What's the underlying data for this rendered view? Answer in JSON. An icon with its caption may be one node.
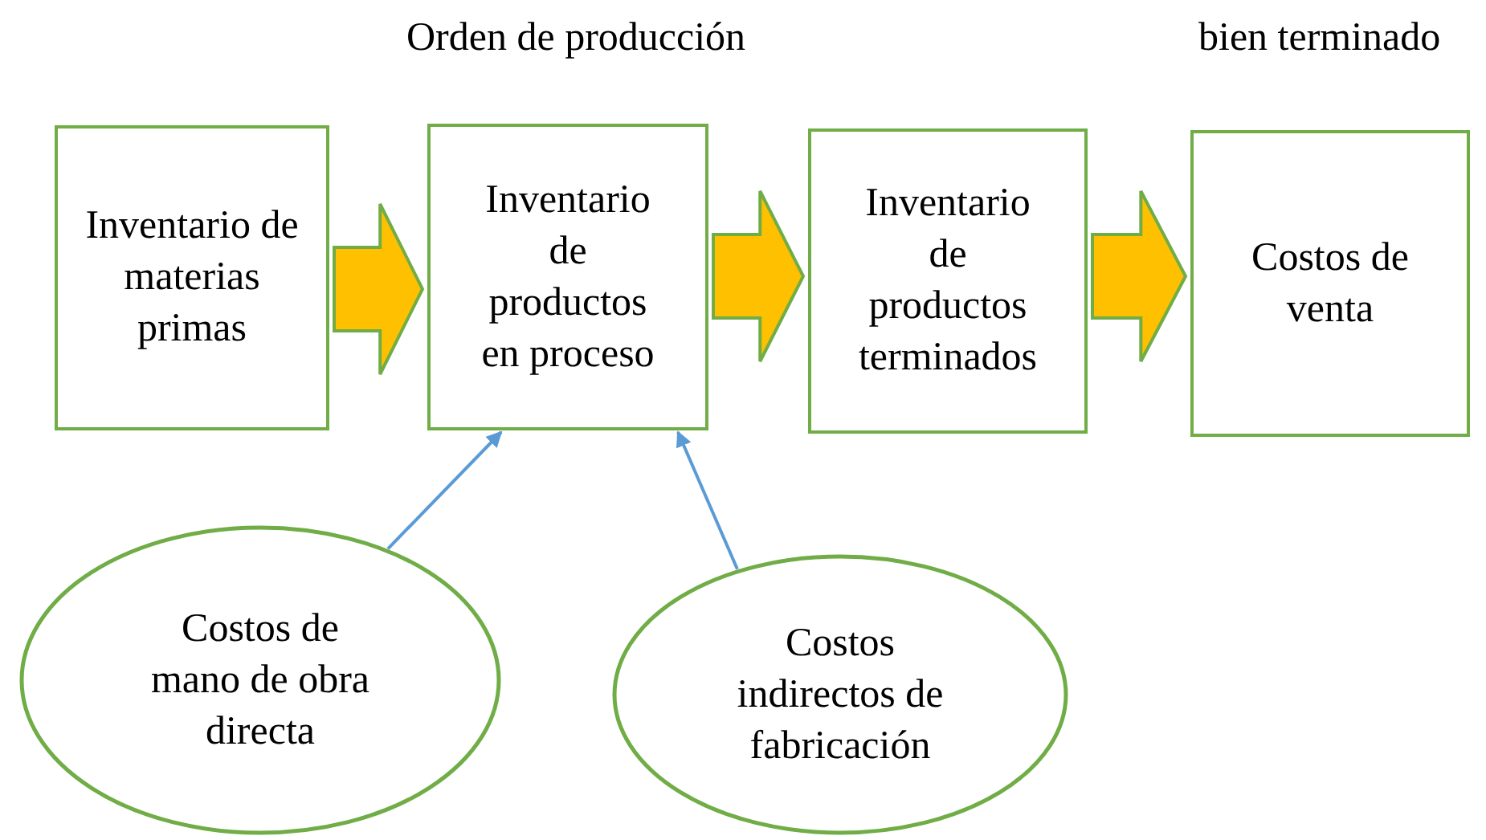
{
  "diagram": {
    "nodes": [
      {
        "text": [
          "Inventario de materias primas"
        ]
      },
      {
        "text": [
          "Inventario de productos en proceso"
        ]
      },
      {
        "text": [
          "Inventario de productos terminados"
        ]
      },
      {
        "text": [
          "Costos de venta"
        ]
      },
      {
        "text": [
          "Costos de mano de obra directa"
        ]
      },
      {
        "text": [
          "Costos indirectos de fabricación"
        ]
      }
    ],
    "edges": [
      {
        "from": 0,
        "to": 1,
        "arrow": "to",
        "style": "thick"
      },
      {
        "from": 1,
        "to": 2,
        "arrow": "to",
        "style": "thick"
      },
      {
        "from": 2,
        "to": 3,
        "arrow": "to",
        "style": "thick"
      },
      {
        "from": 4,
        "to": 1,
        "arrow": "to",
        "color": "#5b9bd5"
      },
      {
        "from": 5,
        "to": 1,
        "arrow": "to",
        "color": "#5b9bd5"
      }
    ],
    "labels": [
      "Orden de producción",
      "bien terminado"
    ]
  }
}
